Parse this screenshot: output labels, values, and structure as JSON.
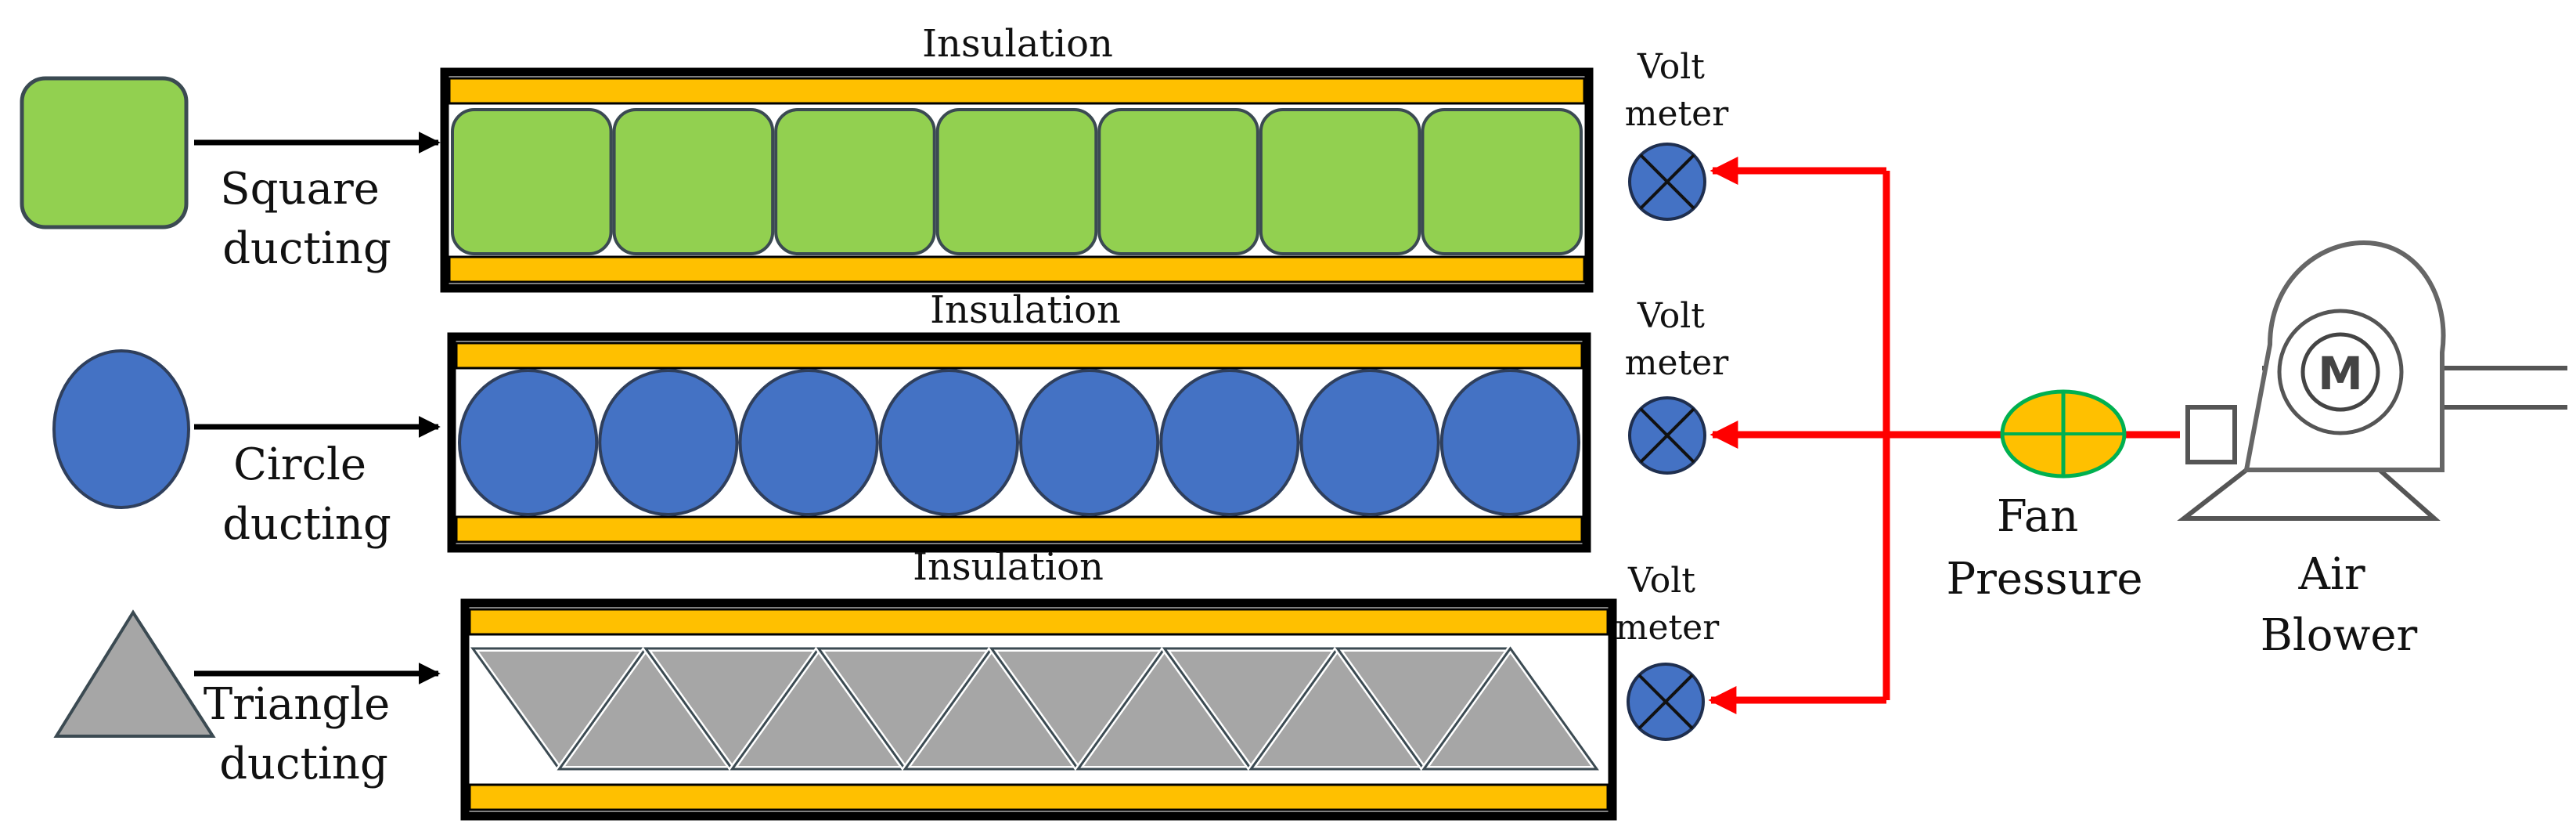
{
  "rows": [
    {
      "id": "square",
      "legend_label_lines": [
        "Square",
        "ducting"
      ],
      "insulation_label": "Insulation",
      "voltmeter_label_lines": [
        "Volt",
        "meter"
      ],
      "element_count": 7
    },
    {
      "id": "circle",
      "legend_label_lines": [
        "Circle",
        "ducting"
      ],
      "insulation_label": "Insulation",
      "voltmeter_label_lines": [
        "Volt",
        "meter"
      ],
      "element_count": 8
    },
    {
      "id": "triangle",
      "legend_label_lines": [
        "Triangle",
        "ducting"
      ],
      "insulation_label": "Insulation",
      "voltmeter_label_lines": [
        "Volt",
        "meter"
      ],
      "element_count": 12
    }
  ],
  "fan": {
    "label_lines": [
      "Fan",
      "Pressure"
    ]
  },
  "blower": {
    "label_lines": [
      "Air",
      "Blower"
    ],
    "motor_letter": "M"
  },
  "colors": {
    "square_fill": "#92D050",
    "circle_fill": "#4472C4",
    "triangle_fill": "#A6A6A6",
    "insulation": "#FFC000",
    "air_line": "#FF0000",
    "fan_fill": "#FFC000",
    "fan_divider": "#00B050",
    "frame": "#000000"
  }
}
